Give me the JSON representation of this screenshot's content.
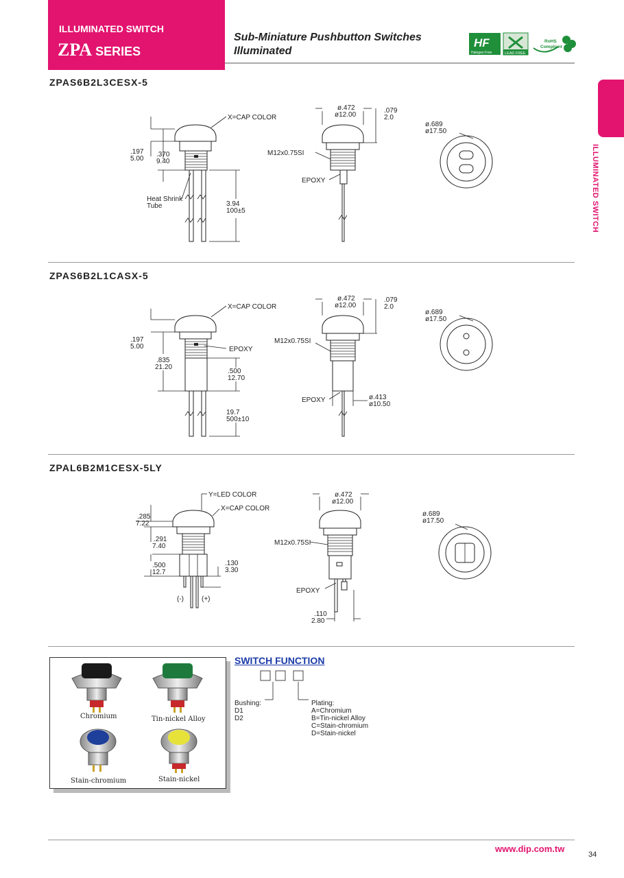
{
  "header": {
    "series_sup": "ILLUMINATED SWITCH",
    "series_main": "ZPA",
    "series_word": "SERIES",
    "title_line1": "Sub-Miniature Pushbutton Switches",
    "title_line2": "Illuminated",
    "badges": {
      "hf_text": "HF",
      "hf_label": "Halogen Free",
      "leadfree_label": "LEAD FREE",
      "rohs_label1": "RoHS",
      "rohs_label2": "Compliant"
    }
  },
  "side_label": "ILLUMINATED SWITCH",
  "sections": [
    {
      "part": "ZPAS6B2L3CESX-5",
      "labels": {
        "cap": "X=CAP COLOR",
        "d1a": ".197",
        "d1b": "5.00",
        "d2a": ".370",
        "d2b": "9.40",
        "tube1": "Heat Shrink",
        "tube2": "Tube",
        "len1": "3.94",
        "len2": "100±5",
        "dia1": "ø.472",
        "dia2": "ø12.00",
        "off1": ".079",
        "off2": "2.0",
        "thread": "M12x0.75SI",
        "epoxy": "EPOXY",
        "face1": "ø.689",
        "face2": "ø17.50"
      }
    },
    {
      "part": "ZPAS6B2L1CASX-5",
      "labels": {
        "cap": "X=CAP COLOR",
        "d1a": ".197",
        "d1b": "5.00",
        "d2a": ".835",
        "d2b": "21.20",
        "epoxy_side": "EPOXY",
        "d3a": ".500",
        "d3b": "12.70",
        "len1": "19.7",
        "len2": "500±10",
        "dia1": "ø.472",
        "dia2": "ø12.00",
        "off1": ".079",
        "off2": "2.0",
        "thread": "M12x0.75SI",
        "epoxy": "EPOXY",
        "bdia1": "ø.413",
        "bdia2": "ø10.50",
        "face1": "ø.689",
        "face2": "ø17.50"
      }
    },
    {
      "part": "ZPAL6B2M1CESX-5LY",
      "labels": {
        "led": "Y=LED COLOR",
        "cap": "X=CAP COLOR",
        "d1a": ".285",
        "d1b": "7.22",
        "d2a": ".291",
        "d2b": "7.40",
        "d3a": ".500",
        "d3b": "12.7",
        "d4a": ".130",
        "d4b": "3.30",
        "neg": "(-)",
        "pos": "(+)",
        "dia1": "ø.472",
        "dia2": "ø12.00",
        "thread": "M12x0.75SI",
        "epoxy": "EPOXY",
        "t1": ".110",
        "t2": "2.80",
        "face1": "ø.689",
        "face2": "ø17.50"
      }
    }
  ],
  "photos": {
    "chromium": "Chromium",
    "tin_nickel": "Tin-nickel Alloy",
    "stain_chromium": "Stain-chromium",
    "stain_nickel": "Stain-nickel",
    "colors": {
      "black": "#1a1a1a",
      "green": "#1e7a3c",
      "blue": "#1e3f9a",
      "yellow": "#e6e23a",
      "red": "#c6282b"
    }
  },
  "switch_function": {
    "heading": "SWITCH FUNCTION",
    "bushing_label": "Bushing:",
    "bushing_opts": [
      "D1",
      "D2"
    ],
    "plating_label": "Plating:",
    "plating_opts": [
      "A=Chromium",
      "B=Tin-nickel Alloy",
      "C=Stain-chromium",
      "D=Stain-nickel"
    ]
  },
  "footer": {
    "website": "www.dip.com.tw",
    "page": "34"
  },
  "colors": {
    "accent": "#e2146f",
    "heading_blue": "#1a3aa8"
  }
}
